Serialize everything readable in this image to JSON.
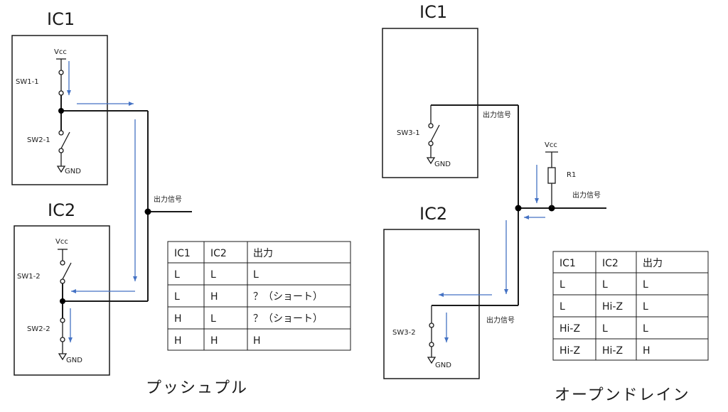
{
  "colors": {
    "line": "#1a1a1a",
    "arrow": "#4472c4",
    "background": "#ffffff"
  },
  "push_pull": {
    "caption": "プッシュプル",
    "ic1": {
      "label": "IC1",
      "vcc": "Vcc",
      "sw_top": "SW1-1",
      "sw_bottom": "SW2-1",
      "gnd": "GND"
    },
    "ic2": {
      "label": "IC2",
      "vcc": "Vcc",
      "sw_top": "SW1-2",
      "sw_bottom": "SW2-2",
      "gnd": "GND"
    },
    "output_label": "出力信号",
    "table": {
      "headers": [
        "IC1",
        "IC2",
        "出力"
      ],
      "rows": [
        [
          "L",
          "L",
          "L"
        ],
        [
          "L",
          "H",
          "？（ショート）"
        ],
        [
          "H",
          "L",
          "？（ショート）"
        ],
        [
          "H",
          "H",
          "H"
        ]
      ]
    }
  },
  "open_drain": {
    "caption": "オープンドレイン",
    "ic1": {
      "label": "IC1",
      "sw": "SW3-1",
      "gnd": "GND"
    },
    "ic2": {
      "label": "IC2",
      "sw": "SW3-2",
      "gnd": "GND"
    },
    "output_label_ic1": "出力信号",
    "output_label_ic2": "出力信号",
    "output_label_main": "出力信号",
    "vcc": "Vcc",
    "resistor": "R1",
    "table": {
      "headers": [
        "IC1",
        "IC2",
        "出力"
      ],
      "rows": [
        [
          "L",
          "L",
          "L"
        ],
        [
          "L",
          "Hi-Z",
          "L"
        ],
        [
          "Hi-Z",
          "L",
          "L"
        ],
        [
          "Hi-Z",
          "Hi-Z",
          "H"
        ]
      ]
    }
  }
}
